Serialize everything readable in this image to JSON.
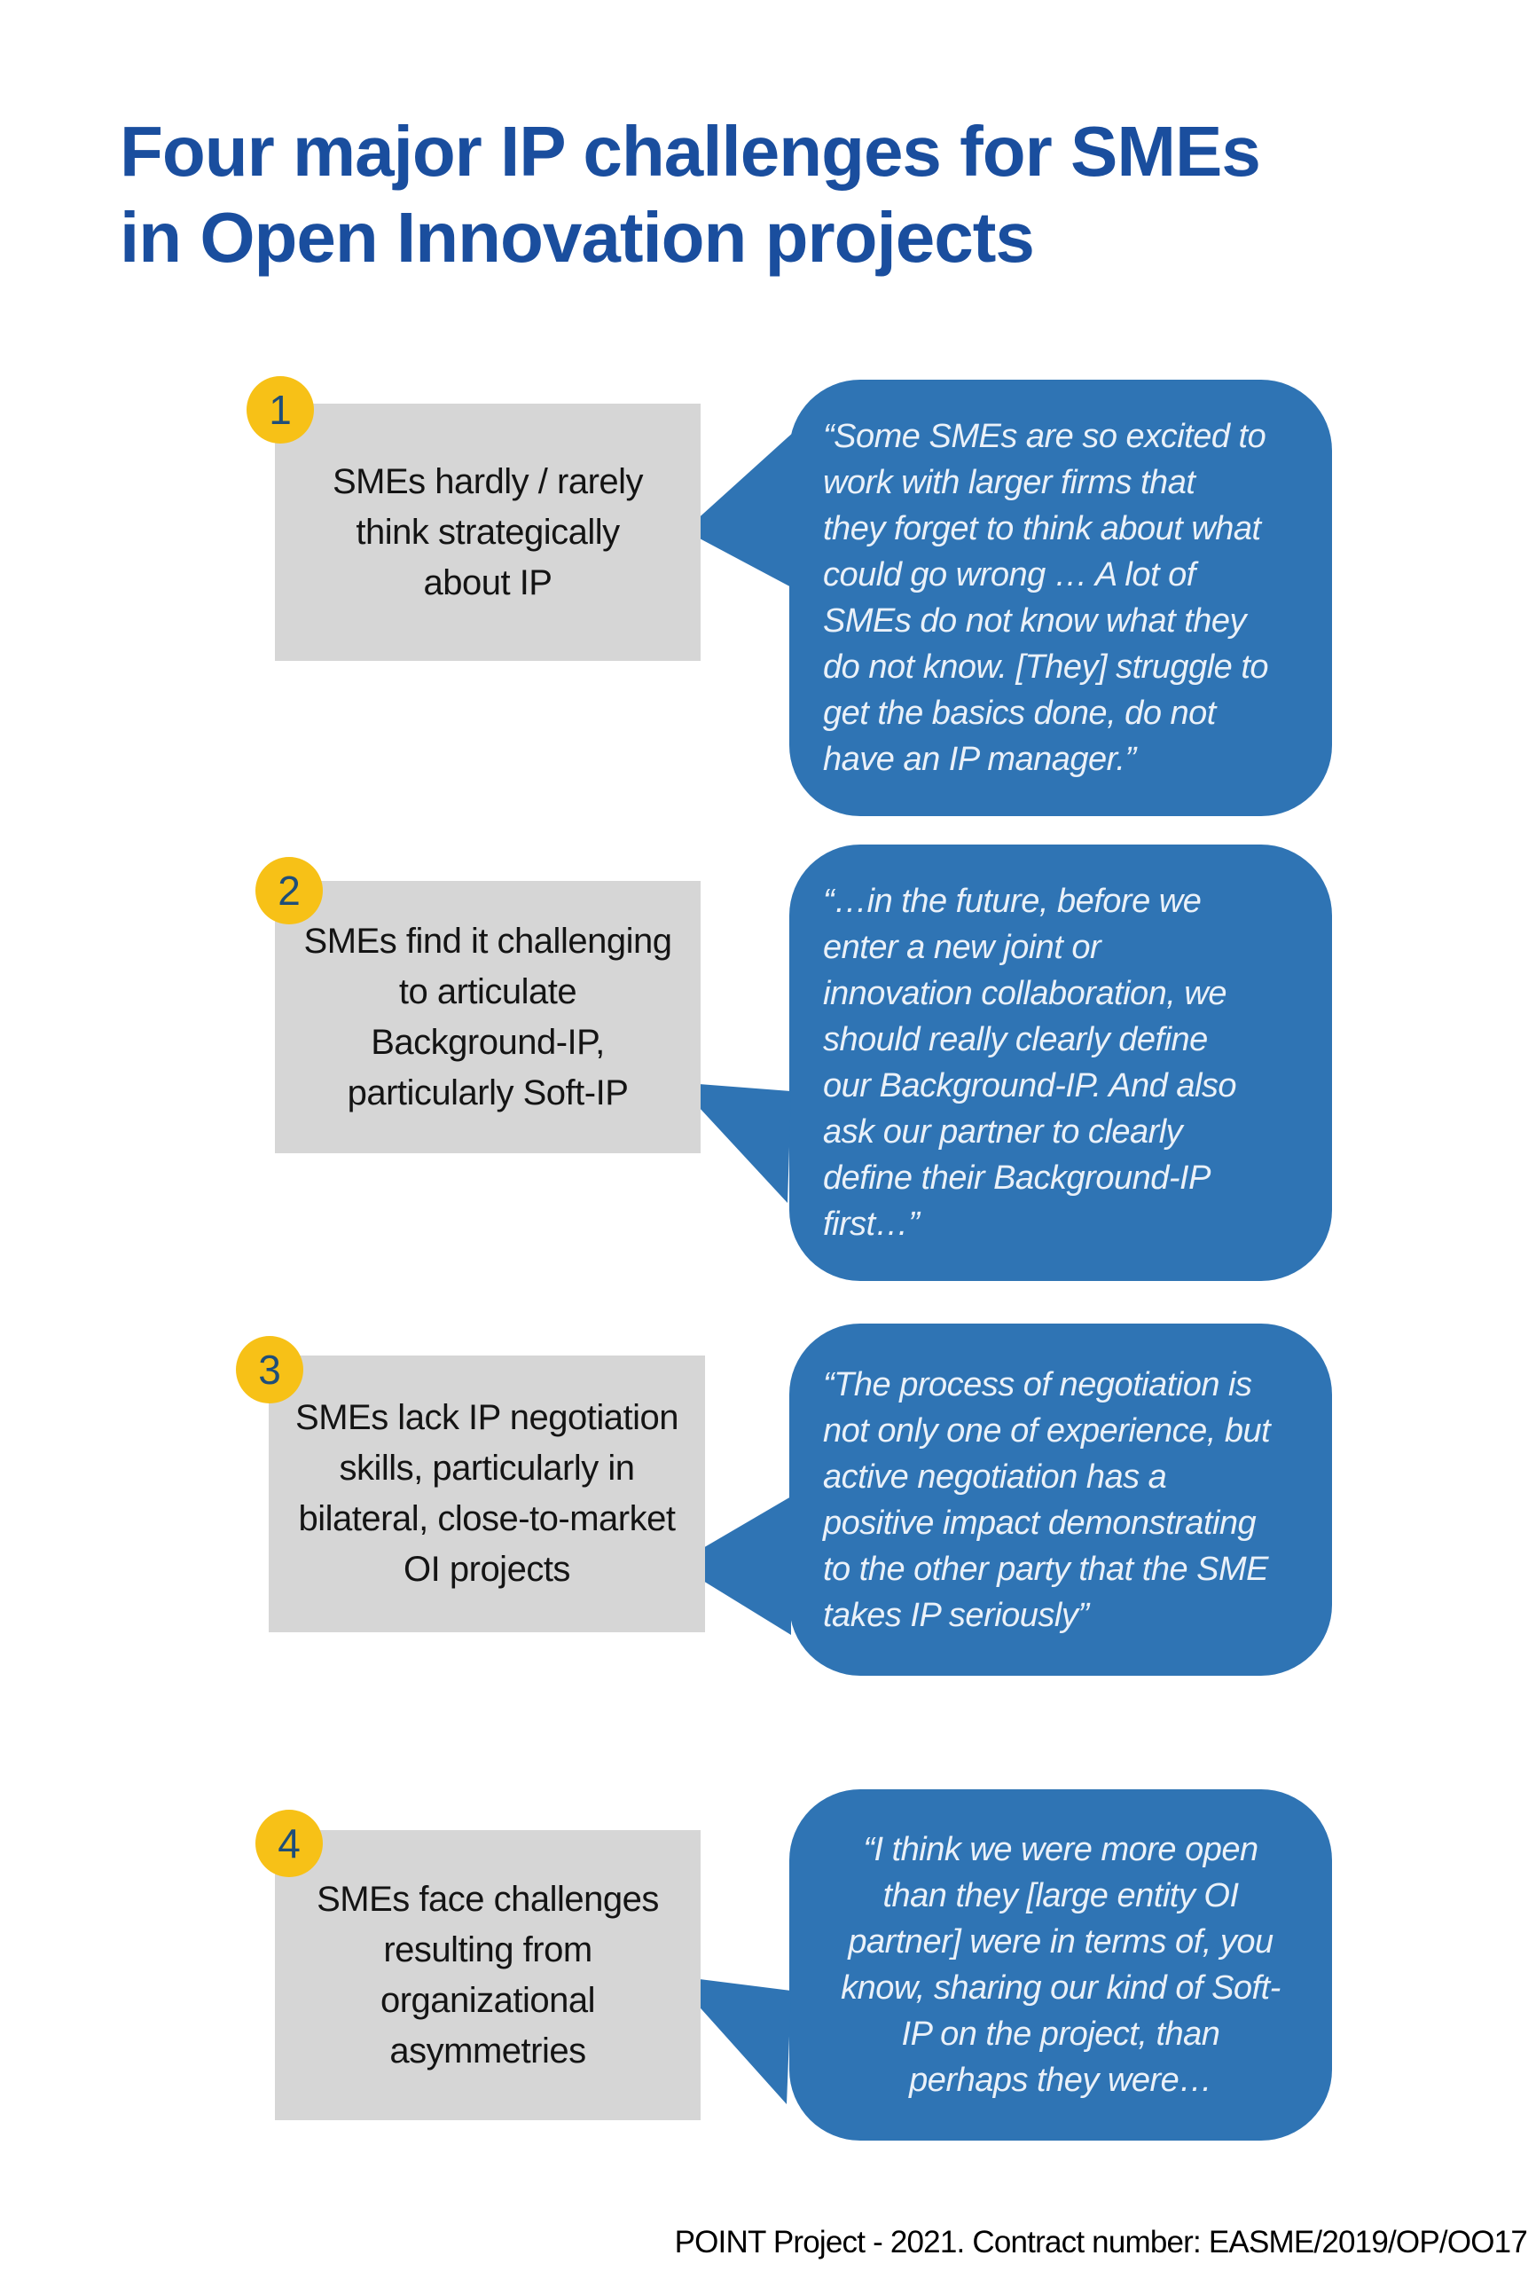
{
  "title": "Four major IP challenges for SMEs\nin Open Innovation projects",
  "footer": "POINT Project - 2021. Contract number: EASME/2019/OP/OO17",
  "colors": {
    "title_blue": "#1A4E9E",
    "bubble_blue": "#2F74B4",
    "badge_yellow": "#F7C117",
    "badge_number_blue": "#1F4E79",
    "box_gray": "#D6D6D6",
    "quote_text": "#EAF1F9"
  },
  "items": [
    {
      "number": "1",
      "challenge": "SMEs hardly / rarely\nthink strategically\nabout IP",
      "quote": "“Some SMEs are so excited to\nwork with larger firms that\nthey forget to think about what\ncould go wrong … A lot of\nSMEs do not know what they\ndo not know. [They] struggle to\nget the basics done, do not\nhave an IP manager.”"
    },
    {
      "number": "2",
      "challenge": "SMEs find it challenging\nto articulate\nBackground-IP,\nparticularly Soft-IP",
      "quote": "“…in the future, before we\nenter a new joint or\ninnovation collaboration, we\nshould really clearly define\nour Background-IP. And also\nask our partner to clearly\ndefine their Background-IP\nfirst…”"
    },
    {
      "number": "3",
      "challenge": "SMEs lack IP negotiation\nskills, particularly in\nbilateral, close-to-market\nOI projects",
      "quote": "“The process of negotiation is\nnot only one of experience, but\nactive negotiation has a\npositive impact demonstrating\nto the other party that the SME\ntakes IP seriously”"
    },
    {
      "number": "4",
      "challenge": "SMEs face challenges\nresulting from\norganizational\nasymmetries",
      "quote": "“I think we were more open\nthan they [large entity OI\npartner] were in terms of, you\nknow, sharing our kind of Soft-\nIP on the project, than\nperhaps they were…"
    }
  ]
}
